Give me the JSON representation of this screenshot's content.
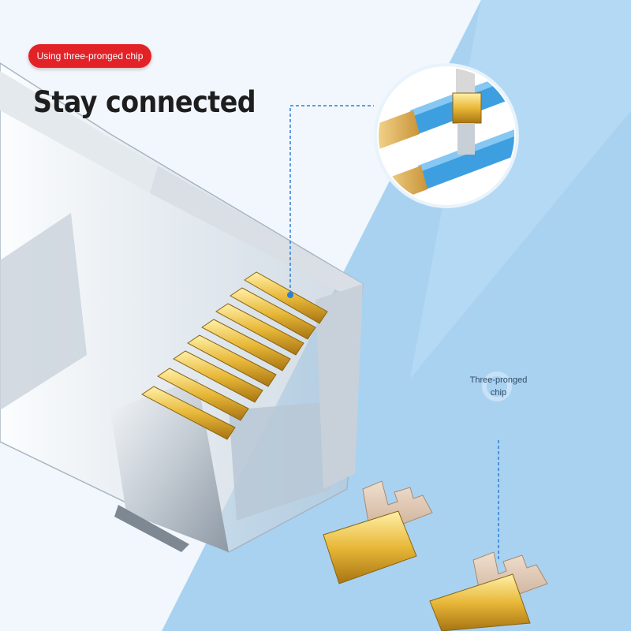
{
  "badge": {
    "text": "Using three-pronged chip"
  },
  "headline": {
    "text": "Stay connected"
  },
  "callout": {
    "line1": "Three-pronged",
    "line2": "chip"
  },
  "colors": {
    "background_blue": "#a9d2f1",
    "background_light": "#eef6fc",
    "badge_red": "#e32228",
    "gold": "#e8b838",
    "cable_blue": "#3d9fe0",
    "callout_line": "#2f7fd6"
  }
}
